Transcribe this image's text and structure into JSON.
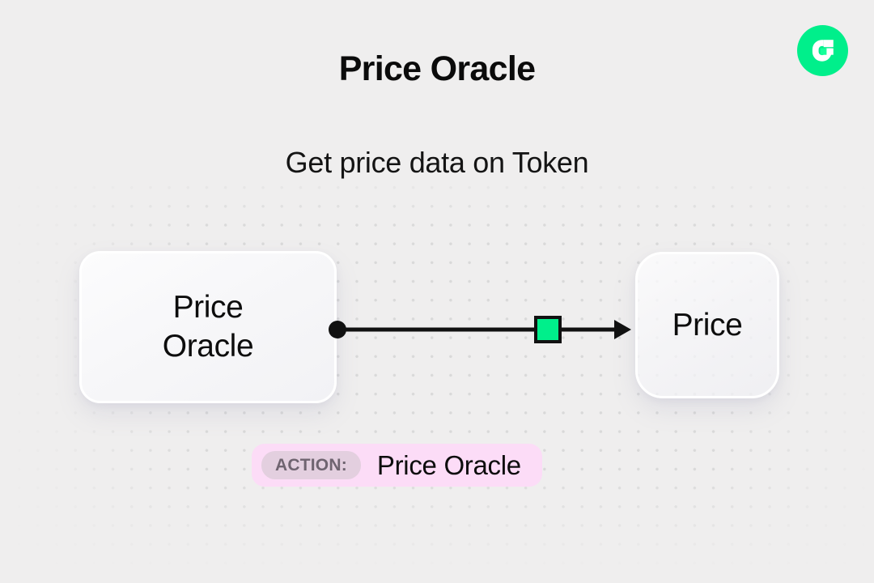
{
  "page": {
    "title": "Price Oracle",
    "subtitle": "Get price data on Token",
    "background_color": "#efeeee"
  },
  "brand": {
    "logo_name": "flow-logo",
    "logo_color": "#00ef8b"
  },
  "diagram": {
    "source_node": {
      "label": "Price\nOracle",
      "icon": "node-card"
    },
    "target_node": {
      "label": "Price",
      "icon": "node-card"
    },
    "connector": {
      "start_handle": "source-dot",
      "marker": "green-square",
      "marker_color": "#00ef8b",
      "end_handle": "arrow-head",
      "line_color": "#111111"
    }
  },
  "action_badge": {
    "chip_label": "ACTION:",
    "value": "Price Oracle",
    "badge_color": "#fcdcf7",
    "chip_color": "#e3cfdf",
    "chip_text_color": "#6f6470"
  }
}
